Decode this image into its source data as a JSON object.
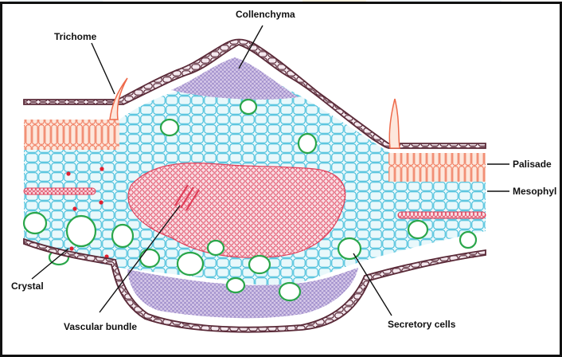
{
  "labels": {
    "collenchyma": "Collenchyma",
    "trichome": "Trichome",
    "palisade": "Palisade",
    "mesophyll": "Mesophyl",
    "crystal": "Crystal",
    "vascular_bundle": "Vascular bundle",
    "secretory_cells": "Secretory cells"
  },
  "colors": {
    "frame": "#111111",
    "epidermis_fill": "#f3e8ee",
    "epidermis_stroke": "#5a2a38",
    "collenchyma_fill": "#d6c8e8",
    "collenchyma_stroke": "#8a78c0",
    "mesophyll_fill": "#e9f8fb",
    "mesophyll_stroke": "#2fb6d6",
    "palisade_fill": "#fde7dc",
    "palisade_stroke": "#ee6a4a",
    "vascular_fill": "#f8dde3",
    "vascular_stroke": "#e0405a",
    "secretory_stroke": "#2aa64a",
    "crystal": "#e02030",
    "background_tint": "#dde6f2"
  }
}
